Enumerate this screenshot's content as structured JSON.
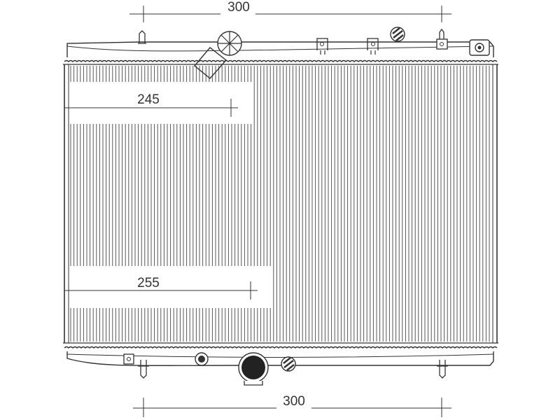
{
  "dimensions": {
    "top_width": "300",
    "upper_core": "245",
    "lower_core": "255",
    "bottom_width": "300"
  },
  "colors": {
    "line": "#333333",
    "fins": "#555555",
    "background": "#ffffff"
  }
}
